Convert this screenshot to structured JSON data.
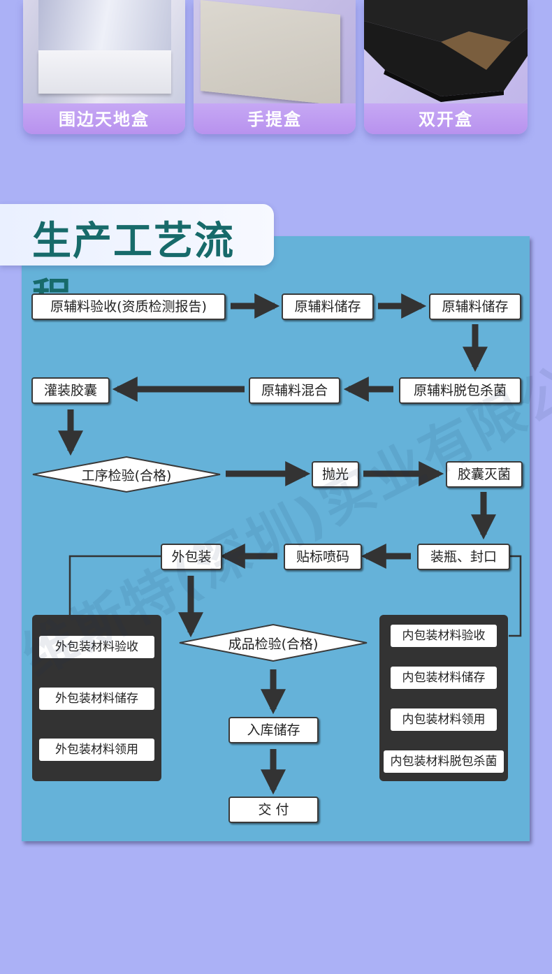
{
  "products": [
    {
      "label": "围边天地盒"
    },
    {
      "label": "手提盒"
    },
    {
      "label": "双开盒"
    }
  ],
  "section_title": "生产工艺流程",
  "watermark": "维斯特(深圳)实业有限公司",
  "flow": {
    "row1": [
      "原辅料验收(资质检测报告)",
      "原辅料储存",
      "原辅料储存"
    ],
    "row2": [
      "灌装胶囊",
      "原辅料混合",
      "原辅料脱包杀菌"
    ],
    "row3": [
      "工序检验(合格)",
      "抛光",
      "胶囊灭菌"
    ],
    "row4": [
      "外包装",
      "贴标喷码",
      "装瓶、封口"
    ],
    "final_check": "成品检验(合格)",
    "storage": "入库储存",
    "delivery": "交 付",
    "outer_group": [
      "外包装材料验收",
      "外包装材料储存",
      "外包装材料领用"
    ],
    "inner_group": [
      "内包装材料验收",
      "内包装材料储存",
      "内包装材料领用",
      "内包装材料脱包杀菌"
    ]
  },
  "colors": {
    "background": "#abb1f6",
    "panel": "#65b2d9",
    "title": "#176a6a",
    "card_label": "#b892ee",
    "arrow": "#333333"
  }
}
